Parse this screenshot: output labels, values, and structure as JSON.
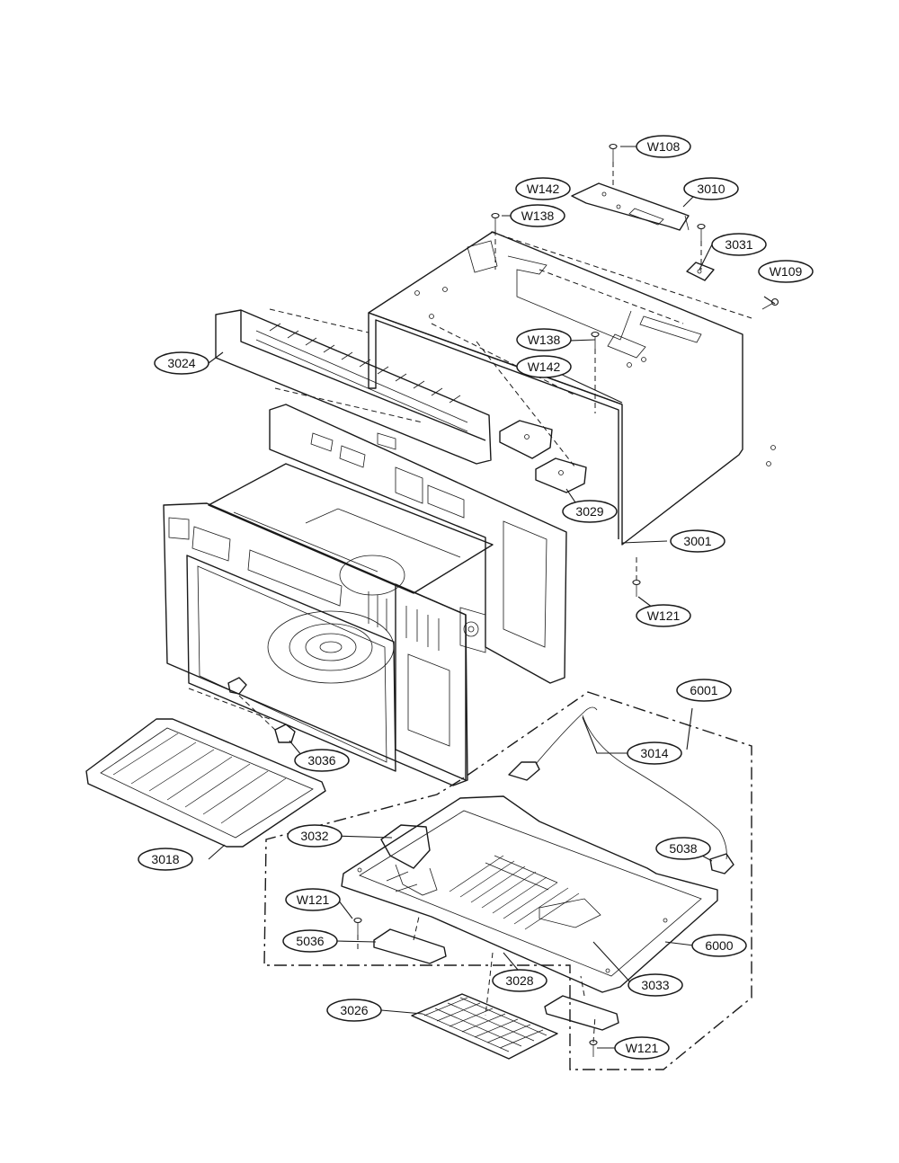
{
  "diagram": {
    "labels": [
      "W108",
      "W142",
      "3010",
      "W138",
      "3031",
      "W109",
      "3024",
      "W138",
      "W142",
      "3029",
      "3001",
      "W121",
      "6001",
      "3014",
      "3036",
      "3018",
      "3032",
      "5038",
      "W121",
      "5036",
      "6000",
      "3028",
      "3033",
      "3026",
      "W121"
    ]
  }
}
